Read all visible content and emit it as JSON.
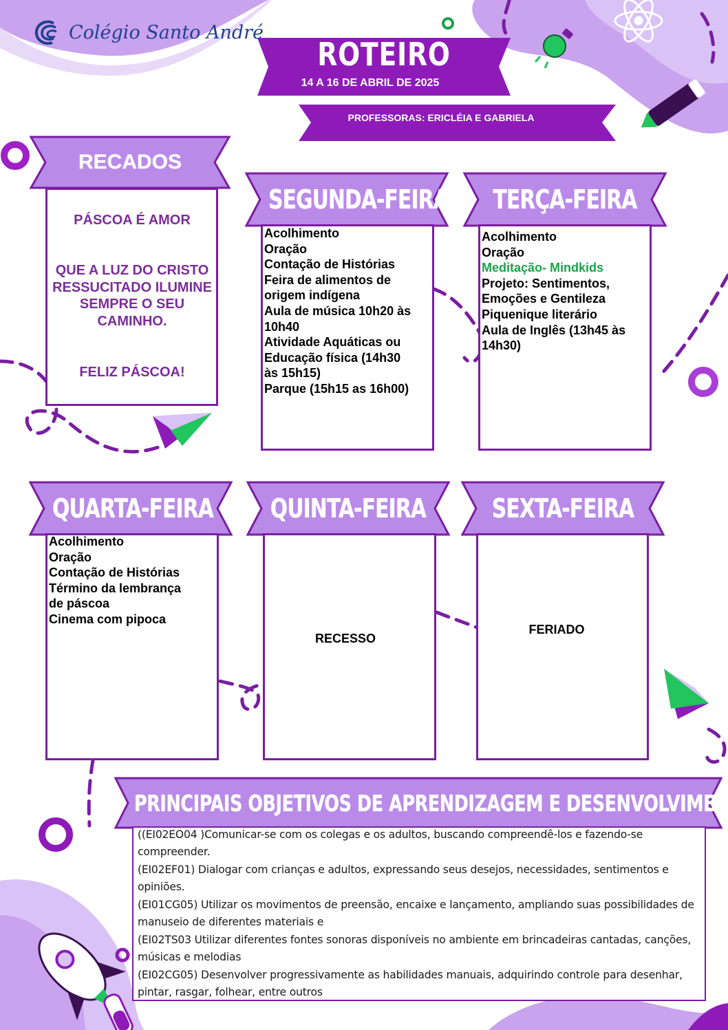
{
  "header": {
    "school_name": "Colégio Santo André",
    "title": "ROTEIRO",
    "date_range": "14 A 16 DE ABRIL DE 2025",
    "teachers": "PROFESSORAS: ERICLÉIA E GABRIELA"
  },
  "recados": {
    "title": "RECADOS",
    "heading": "PÁSCOA É AMOR",
    "message": "QUE A LUZ DO CRISTO RESSUCITADO ILUMINE SEMPRE O SEU CAMINHO.",
    "closing": "FELIZ PÁSCOA!"
  },
  "days": {
    "segunda": {
      "label": "SEGUNDA-FEIRA",
      "items": [
        "Acolhimento",
        "Oração",
        "Contação de Histórias",
        "Feira de alimentos de",
        "origem indígena",
        "Aula de música 10h20 às",
        "10h40",
        "Atividade Aquáticas ou",
        "Educação física (14h30",
        "às 15h15)",
        "Parque (15h15 as 16h00)"
      ]
    },
    "terca": {
      "label": "TERÇA-FEIRA",
      "items": [
        "Acolhimento",
        "Oração",
        "Meditação- Mindkids",
        "Projeto: Sentimentos,",
        "Emoções e Gentileza",
        "Piquenique literário",
        "Aula de Inglês (13h45 às",
        "14h30)"
      ]
    },
    "quarta": {
      "label": "QUARTA-FEIRA",
      "items": [
        "Acolhimento",
        "Oração",
        "Contação de Histórias",
        "Término da lembrança",
        "de páscoa",
        "Cinema com pipoca"
      ]
    },
    "quinta": {
      "label": "QUINTA-FEIRA",
      "note": "RECESSO"
    },
    "sexta": {
      "label": "SEXTA-FEIRA",
      "note": "FERIADO"
    }
  },
  "objetivos": {
    "title": "PRINCIPAIS OBJETIVOS DE APRENDIZAGEM E DESENVOLVIMENTO",
    "items": [
      "((EI02EO04 )Comunicar-se com os colegas e os adultos, buscando compreendê-los e fazendo-se compreender.",
      "(EI02EF01) Dialogar com crianças e adultos, expressando seus desejos, necessidades, sentimentos e opiniões.",
      "(EI01CG05) Utilizar os movimentos de preensão, encaixe e lançamento, ampliando suas possibilidades de manuseio de diferentes materiais e",
      "(EI02TS03 Utilizar diferentes fontes sonoras disponíveis no ambiente em brincadeiras cantadas, canções, músicas e melodias",
      "(EI02CG05) Desenvolver progressivamente as habilidades manuais, adquirindo controle para desenhar, pintar, rasgar, folhear, entre outros"
    ]
  },
  "colors": {
    "primary_purple": "#8e1bb8",
    "light_purple": "#c9a3ee",
    "lavender": "#d9c2f5",
    "green_accent": "#1aa34a",
    "box_border": "#7a1ea1"
  },
  "icons": [
    "school-logo-icon",
    "atom-icon",
    "lightbulb-icon",
    "pencil-icon",
    "paper-plane-icon",
    "rocket-icon",
    "test-tube-icon",
    "ring-icon"
  ]
}
